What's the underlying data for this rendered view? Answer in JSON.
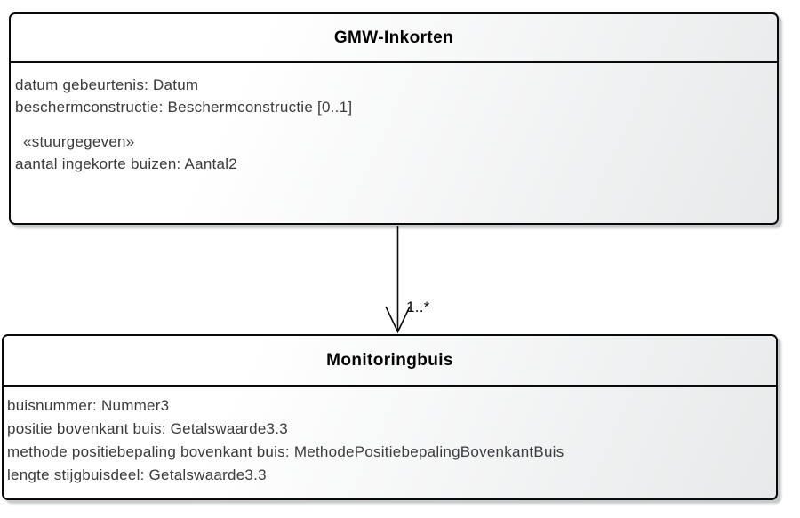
{
  "diagram": {
    "kind": "uml-class-diagram",
    "classes": [
      {
        "name": "GMW-Inkorten",
        "attributes": [
          "datum gebeurtenis: Datum",
          "beschermconstructie: Beschermconstructie [0..1]"
        ],
        "stereotype": "«stuurgegeven»",
        "stereotype_attributes": [
          "aantal ingekorte buizen: Aantal2"
        ]
      },
      {
        "name": "Monitoringbuis",
        "attributes": [
          "buisnummer: Nummer3",
          "positie bovenkant buis: Getalswaarde3.3",
          "methode positiebepaling bovenkant buis: MethodePositiebepalingBovenkantBuis",
          "lengte stijgbuisdeel: Getalswaarde3.3"
        ]
      }
    ],
    "association": {
      "from": "GMW-Inkorten",
      "to": "Monitoringbuis",
      "target_multiplicity": "1..*",
      "arrow_style": "open-arrowhead"
    },
    "colors": {
      "border": "#0a0a0a",
      "fill_gradient_start": "#ffffff",
      "fill_gradient_end": "#e7e9ea",
      "shadow": "#a8acae",
      "attribute_text": "#3a3a3c",
      "title_text": "#000000"
    }
  }
}
